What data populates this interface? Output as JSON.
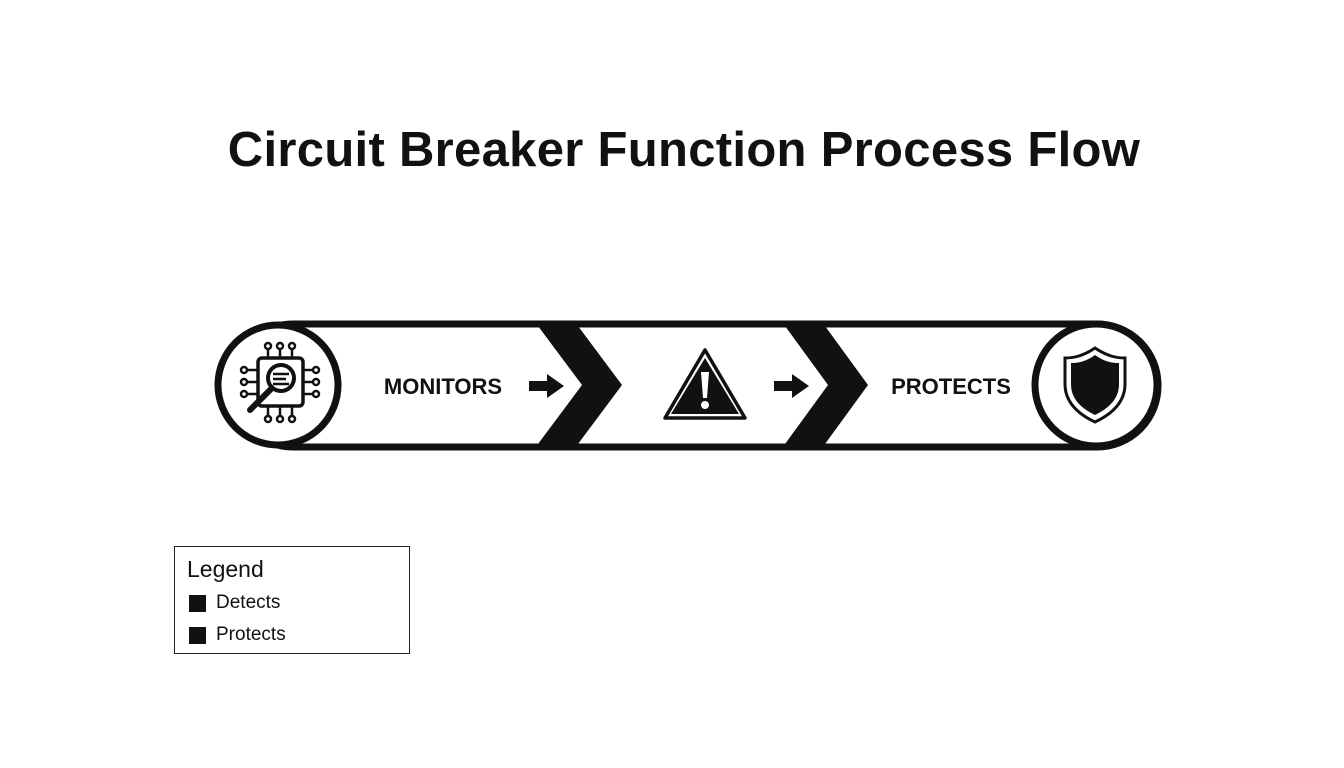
{
  "title": "Circuit Breaker Function Process Flow",
  "colors": {
    "stroke": "#111111",
    "fill_dark": "#111111",
    "background": "#ffffff"
  },
  "flow": {
    "steps": [
      {
        "label": "MONITORS",
        "icon": "monitoring-chip-magnifier-icon"
      },
      {
        "label": "",
        "icon": "warning-triangle-icon"
      },
      {
        "label": "PROTECTS",
        "icon": "shield-icon"
      }
    ],
    "connector_icon": "right-arrow-icon"
  },
  "legend": {
    "title": "Legend",
    "items": [
      {
        "label": "Detects"
      },
      {
        "label": "Protects"
      }
    ]
  }
}
